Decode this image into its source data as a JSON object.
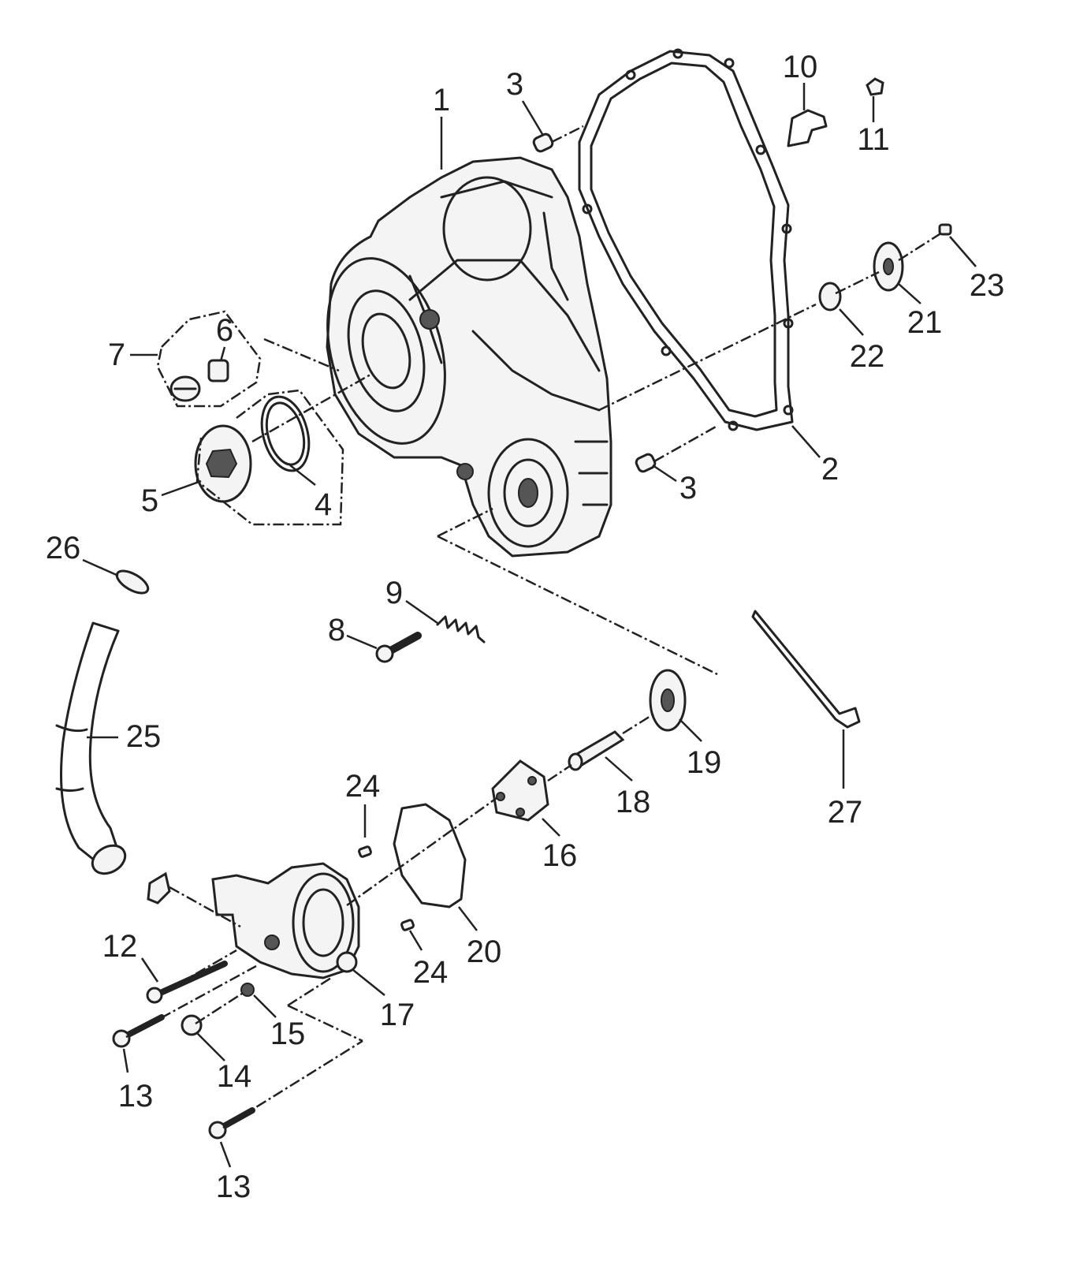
{
  "callouts": {
    "c1": "1",
    "c2": "2",
    "c3a": "3",
    "c3b": "3",
    "c4": "4",
    "c5": "5",
    "c6": "6",
    "c7": "7",
    "c8": "8",
    "c9": "9",
    "c10": "10",
    "c11": "11",
    "c12": "12",
    "c13a": "13",
    "c13b": "13",
    "c14": "14",
    "c15": "15",
    "c16": "16",
    "c17": "17",
    "c18": "18",
    "c19": "19",
    "c20": "20",
    "c21": "21",
    "c22": "22",
    "c23": "23",
    "c24a": "24",
    "c24b": "24",
    "c25": "25",
    "c26": "26",
    "c27": "27"
  }
}
